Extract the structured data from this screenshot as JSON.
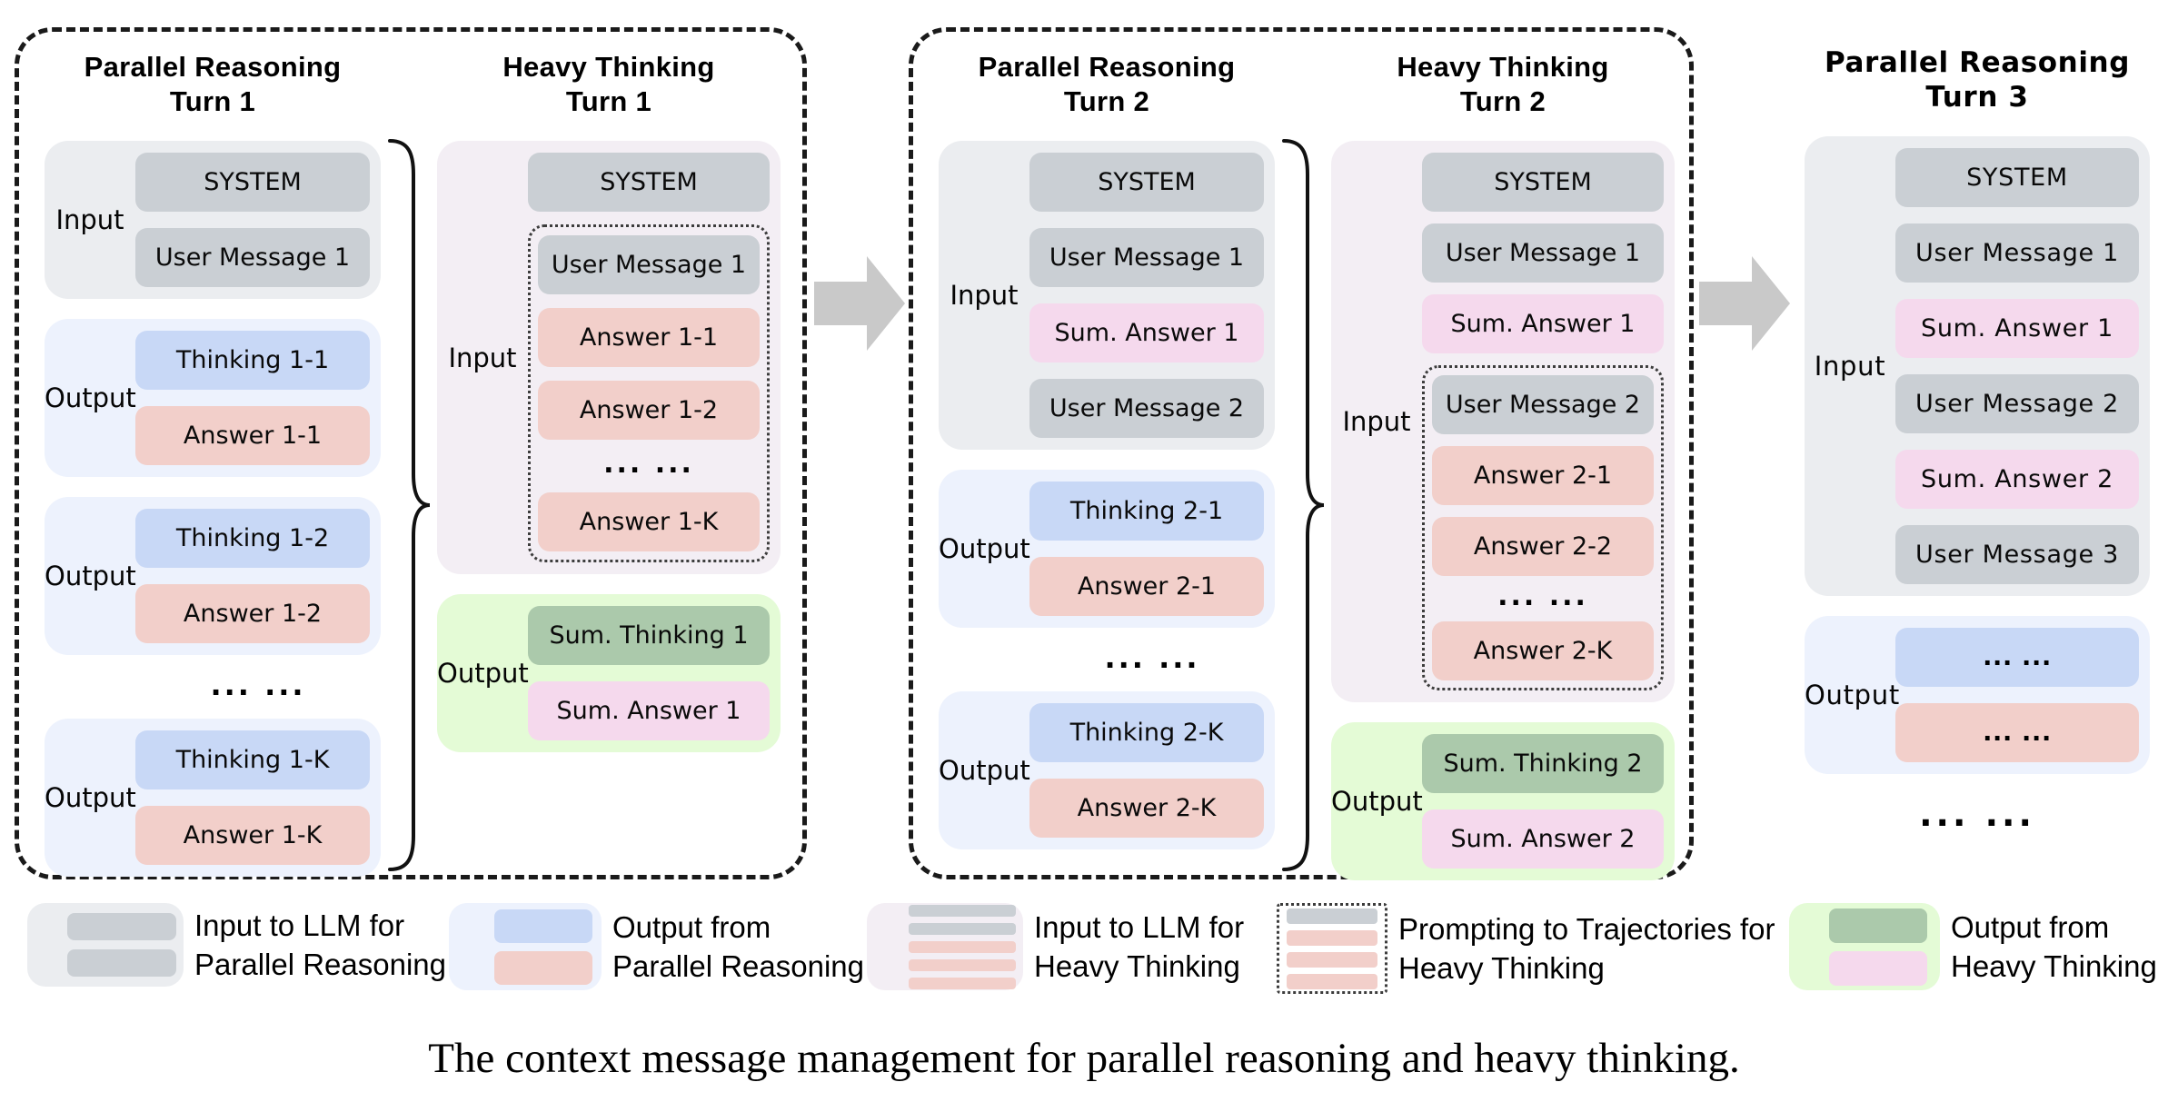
{
  "shared": {
    "input_label": "Input",
    "output_label": "Output",
    "system": "SYSTEM",
    "dots": "... ..."
  },
  "turn1": {
    "pr_title": [
      "Parallel Reasoning",
      "Turn 1"
    ],
    "ht_title": [
      "Heavy Thinking",
      "Turn 1"
    ],
    "user_message_1": "User Message 1",
    "thinking_1_1": "Thinking 1-1",
    "answer_1_1": "Answer 1-1",
    "thinking_1_2": "Thinking 1-2",
    "answer_1_2": "Answer 1-2",
    "thinking_1_k": "Thinking 1-K",
    "answer_1_k": "Answer 1-K",
    "sum_thinking_1": "Sum. Thinking 1",
    "sum_answer_1": "Sum. Answer 1"
  },
  "turn2": {
    "pr_title": [
      "Parallel Reasoning",
      "Turn 2"
    ],
    "ht_title": [
      "Heavy Thinking",
      "Turn 2"
    ],
    "user_message_1": "User Message 1",
    "user_message_2": "User Message 2",
    "sum_answer_1": "Sum. Answer 1",
    "thinking_2_1": "Thinking 2-1",
    "answer_2_1": "Answer 2-1",
    "answer_2_2": "Answer 2-2",
    "thinking_2_k": "Thinking 2-K",
    "answer_2_k": "Answer 2-K",
    "sum_thinking_2": "Sum. Thinking 2",
    "sum_answer_2": "Sum. Answer 2"
  },
  "turn3": {
    "pr_title": [
      "Parallel Reasoning",
      "Turn 3"
    ],
    "user_message_1": "User Message 1",
    "user_message_2": "User Message 2",
    "user_message_3": "User Message 3",
    "sum_answer_1": "Sum. Answer 1",
    "sum_answer_2": "Sum. Answer 2"
  },
  "legend": [
    {
      "lines": [
        "Input to LLM for",
        "Parallel Reasoning"
      ]
    },
    {
      "lines": [
        "Output from",
        "Parallel Reasoning"
      ]
    },
    {
      "lines": [
        "Input to LLM for",
        "Heavy Thinking"
      ]
    },
    {
      "lines": [
        "Prompting to Trajectories for",
        "Heavy Thinking"
      ]
    },
    {
      "lines": [
        "Output from",
        "Heavy Thinking"
      ]
    }
  ],
  "caption": "The context message management for parallel reasoning and heavy thinking.",
  "colors": {
    "gray_message": "#cacfd4",
    "input_container": "#ebedf0",
    "output_container": "#edf2fd",
    "thinking_blue": "#c8d8f6",
    "answer_salmon": "#f2cfca",
    "heavy_input_container": "#f3eef4",
    "summary_pink": "#f5d9ed",
    "summary_green": "#abc9ab",
    "heavy_output_container": "#e4fbd6",
    "arrow_gray": "#c9c9c9"
  }
}
